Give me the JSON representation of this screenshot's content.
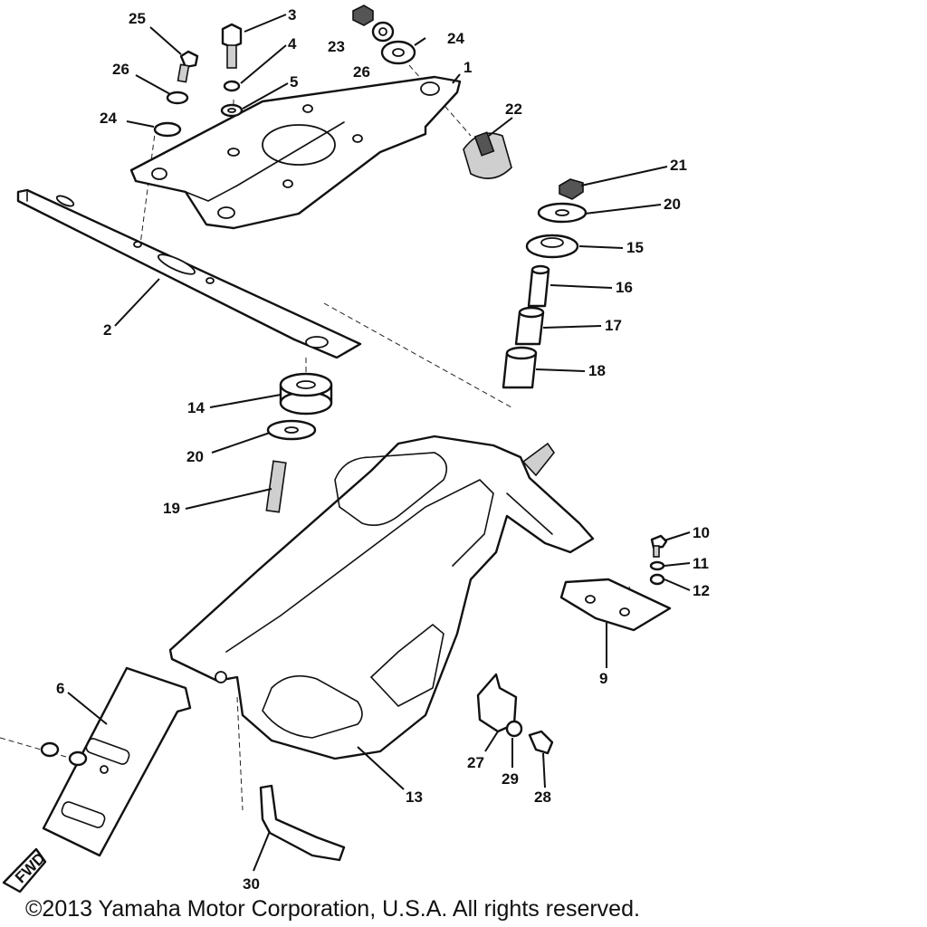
{
  "callouts": [
    {
      "id": "c25",
      "text": "25"
    },
    {
      "id": "c3",
      "text": "3"
    },
    {
      "id": "c4",
      "text": "4"
    },
    {
      "id": "c5",
      "text": "5"
    },
    {
      "id": "c23",
      "text": "23"
    },
    {
      "id": "c26a",
      "text": "26"
    },
    {
      "id": "c24a",
      "text": "24"
    },
    {
      "id": "c1",
      "text": "1"
    },
    {
      "id": "c26b",
      "text": "26"
    },
    {
      "id": "c24b",
      "text": "24"
    },
    {
      "id": "c22",
      "text": "22"
    },
    {
      "id": "c21",
      "text": "21"
    },
    {
      "id": "c20a",
      "text": "20"
    },
    {
      "id": "c15",
      "text": "15"
    },
    {
      "id": "c16",
      "text": "16"
    },
    {
      "id": "c17",
      "text": "17"
    },
    {
      "id": "c18",
      "text": "18"
    },
    {
      "id": "c2",
      "text": "2"
    },
    {
      "id": "c14",
      "text": "14"
    },
    {
      "id": "c20b",
      "text": "20"
    },
    {
      "id": "c19",
      "text": "19"
    },
    {
      "id": "c10",
      "text": "10"
    },
    {
      "id": "c11",
      "text": "11"
    },
    {
      "id": "c12",
      "text": "12"
    },
    {
      "id": "c9",
      "text": "9"
    },
    {
      "id": "c6",
      "text": "6"
    },
    {
      "id": "c27",
      "text": "27"
    },
    {
      "id": "c29",
      "text": "29"
    },
    {
      "id": "c28",
      "text": "28"
    },
    {
      "id": "c13",
      "text": "13"
    },
    {
      "id": "c30",
      "text": "30"
    }
  ],
  "fwd_label": "FWD",
  "copyright": "©2013 Yamaha Motor Corporation, U.S.A. All rights reserved."
}
